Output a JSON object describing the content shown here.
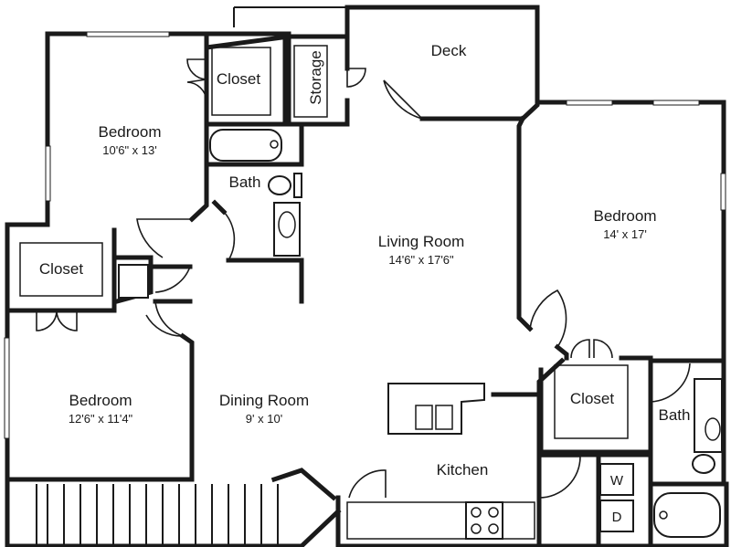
{
  "rooms": {
    "bedroom_top_left": {
      "name": "Bedroom",
      "dims": "10'6\" x 13'"
    },
    "bedroom_right": {
      "name": "Bedroom",
      "dims": "14' x 17'"
    },
    "bedroom_bottom_left": {
      "name": "Bedroom",
      "dims": "12'6\" x 11'4\""
    },
    "living_room": {
      "name": "Living Room",
      "dims": "14'6\" x 17'6\""
    },
    "dining_room": {
      "name": "Dining Room",
      "dims": "9' x 10'"
    },
    "kitchen": {
      "name": "Kitchen"
    },
    "deck": {
      "name": "Deck"
    },
    "storage": {
      "name": "Storage"
    },
    "closet_top": {
      "name": "Closet"
    },
    "closet_left": {
      "name": "Closet"
    },
    "closet_right": {
      "name": "Closet"
    },
    "bath_center": {
      "name": "Bath"
    },
    "bath_right": {
      "name": "Bath"
    }
  },
  "appliances": {
    "washer": "W",
    "dryer": "D"
  }
}
